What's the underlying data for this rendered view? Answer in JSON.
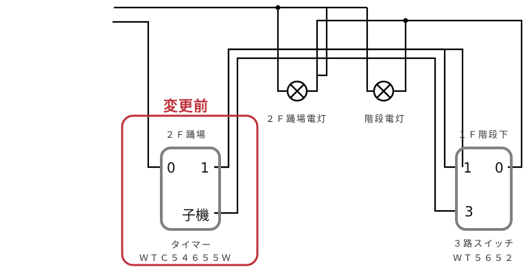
{
  "diagram": {
    "title": "変更前",
    "colors": {
      "accent": "#c0303a",
      "wire": "#000000",
      "switch_box": "#808080"
    },
    "left_switch": {
      "location": "２Ｆ踊場",
      "terminal_0": "0",
      "terminal_1": "1",
      "terminal_sub": "子機",
      "type": "タイマー",
      "model": "ＷＴＣ５４６５５Ｗ"
    },
    "right_switch": {
      "location": "１Ｆ階段下",
      "terminal_1": "1",
      "terminal_0": "0",
      "terminal_3": "3",
      "type": "３路スイッチ",
      "model": "ＷＴ５６５２"
    },
    "lamps": [
      {
        "label": "２Ｆ踊場電灯",
        "icon": "lamp-icon"
      },
      {
        "label": "階段電灯",
        "icon": "lamp-icon"
      }
    ]
  }
}
